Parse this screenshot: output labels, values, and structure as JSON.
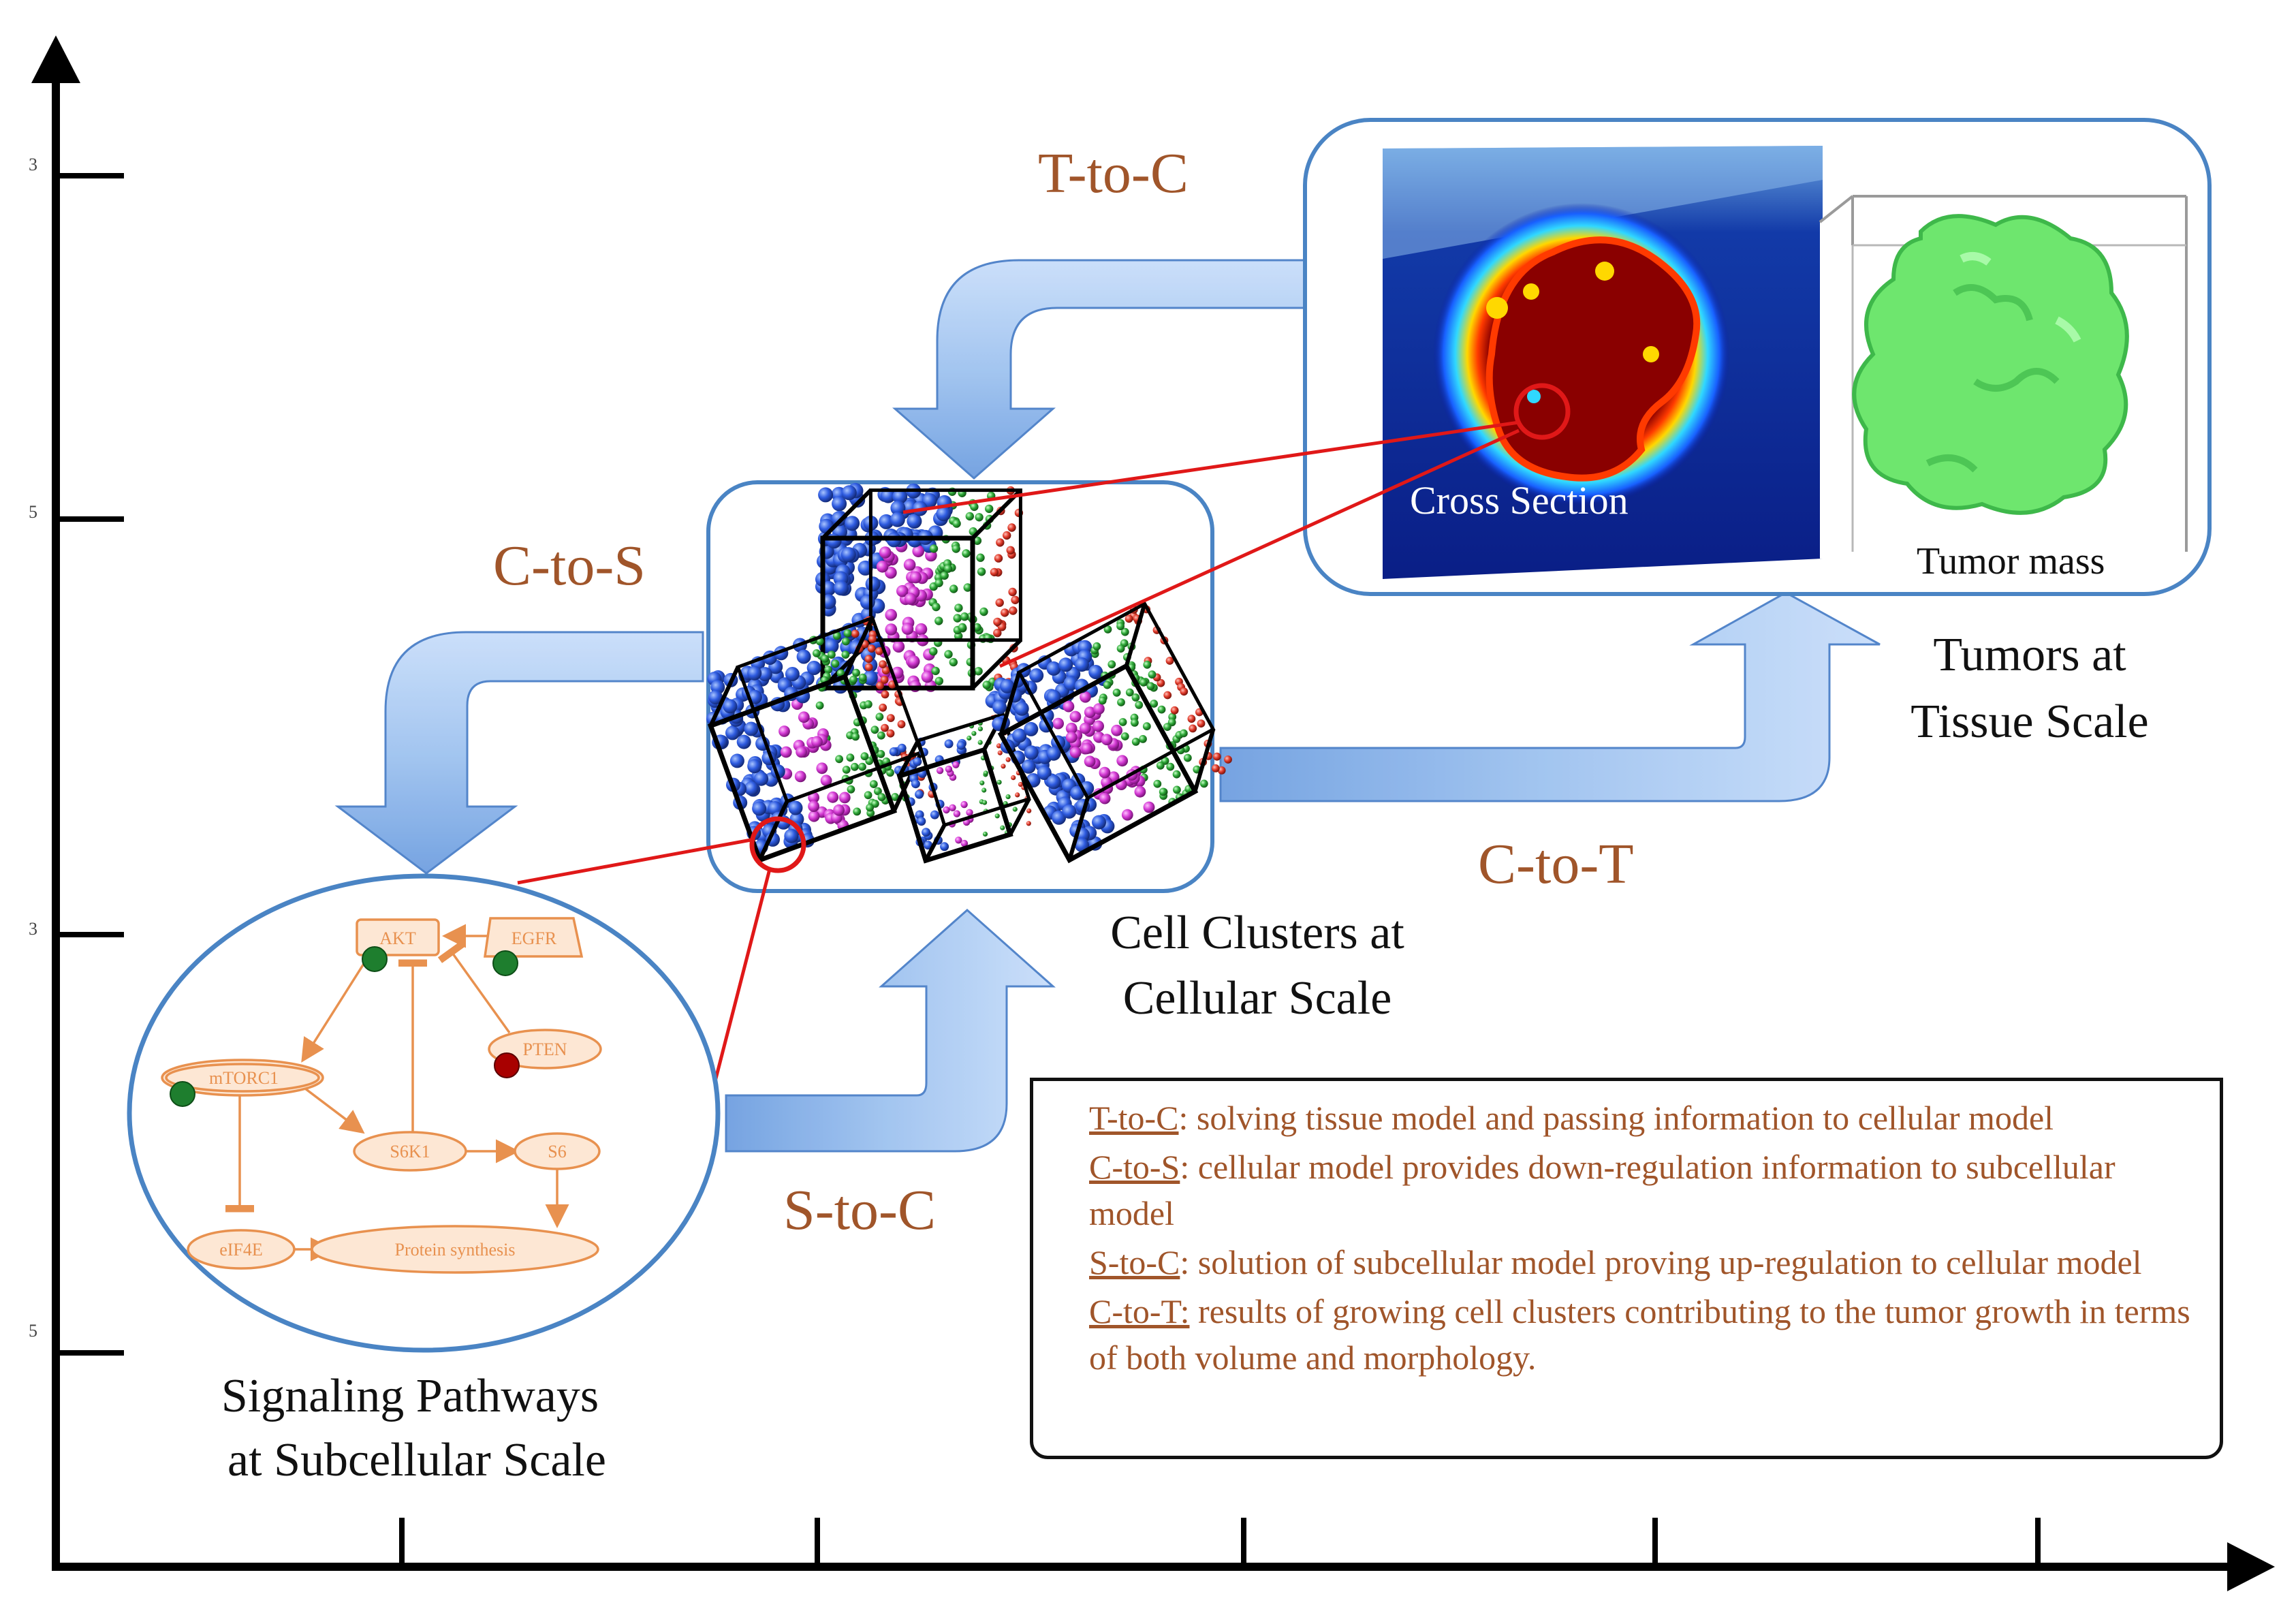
{
  "colors": {
    "flow_label": "#a0552a",
    "legend_text": "#a0552a",
    "pathway": "#e8914f",
    "activator": "#1e7e2e",
    "inhibitor": "#a80000",
    "panel_border": "#4a84c4",
    "arrow_fill": "#9fc3f0",
    "zoom_line": "#e01818",
    "cell_blue": "#2e5be0",
    "cell_magenta": "#d43ad4",
    "cell_green": "#2ea838",
    "cell_red": "#e03a2a",
    "tumor_green": "#6ee66e"
  },
  "flows": {
    "t_to_c": "T-to-C",
    "c_to_s": "C-to-S",
    "s_to_c": "S-to-C",
    "c_to_t": "C-to-T"
  },
  "captions": {
    "subcellular": [
      "Signaling Pathways",
      "at Subcellular Scale"
    ],
    "cellular": [
      "Cell Clusters at",
      "Cellular Scale"
    ],
    "tissue": [
      "Tumors at",
      "Tissue Scale"
    ]
  },
  "tissue_panel": {
    "cross_section": "Cross Section",
    "tumor_mass": "Tumor mass"
  },
  "pathway_nodes": {
    "akt": "AKT",
    "egfr": "EGFR",
    "pten": "PTEN",
    "mtorc1": "mTORC1",
    "s6k1": "S6K1",
    "s6": "S6",
    "eif4e": "eIF4E",
    "protein_synthesis": "Protein synthesis"
  },
  "legend": [
    {
      "key": "T-to-C",
      "text": ": solving tissue model and passing information to cellular model"
    },
    {
      "key": "C-to-S",
      "text": ": cellular model provides down-regulation information to subcellular model"
    },
    {
      "key": "S-to-C",
      "text": ": solution of subcellular model proving up-regulation to cellular model"
    },
    {
      "key": "C-to-T:",
      "text": " results of growing cell clusters contributing to the tumor growth in terms of both volume and morphology."
    }
  ],
  "axes": {
    "y_tick_glyphs": [
      "3",
      "5",
      "3",
      "5"
    ]
  }
}
